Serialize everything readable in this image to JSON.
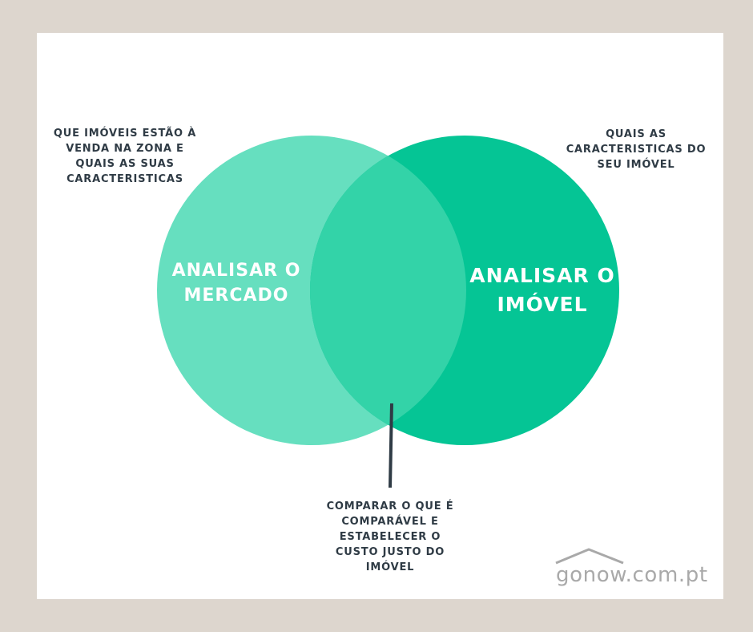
{
  "diagram": {
    "circles": [
      {
        "label": "ANALISAR O MERCADO",
        "color": "#66dfbf"
      },
      {
        "label": "ANALISAR O IMÓVEL",
        "color": "#05c595"
      }
    ],
    "intersection_color": "#33d3a8",
    "notes": {
      "left": "QUE IMÓVEIS ESTÃO À VENDA NA ZONA E QUAIS AS SUAS CARACTERISTICAS",
      "right": "QUAIS AS CARACTERISTICAS DO SEU IMÓVEL",
      "bottom": "COMPARAR O QUE É COMPARÁVEL E ESTABELECER O CUSTO JUSTO DO IMÓVEL"
    },
    "pointer_color": "#2f3b45"
  },
  "brand": {
    "name": "gonow.com.pt",
    "icon": "house-roof-icon",
    "color": "#a9a9a9"
  },
  "colors": {
    "background": "#ddd6ce",
    "card": "#ffffff",
    "text_dark": "#2f3b45"
  }
}
